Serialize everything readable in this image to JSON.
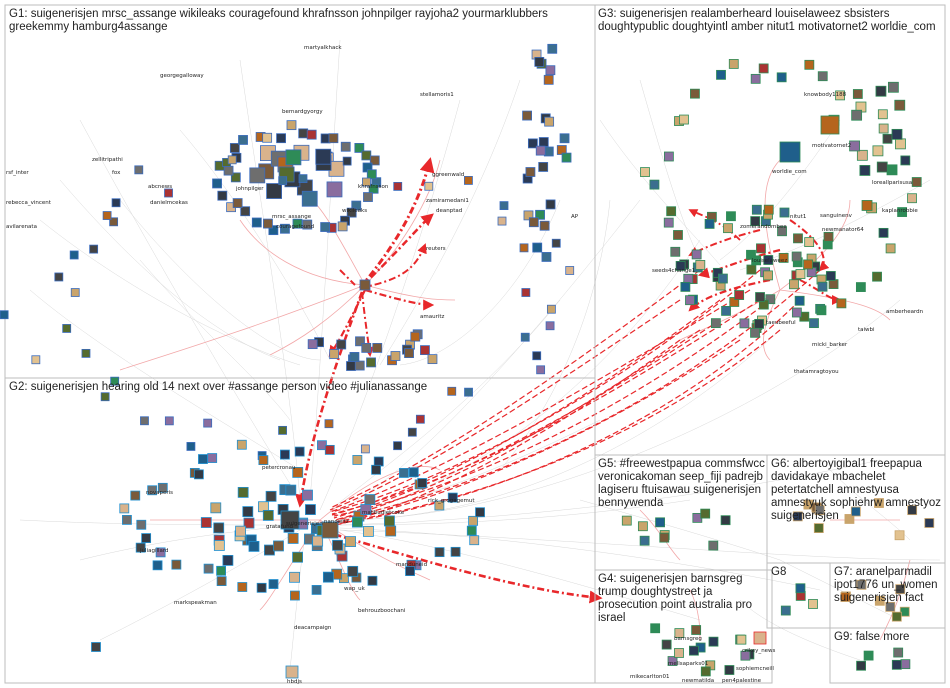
{
  "graph": {
    "groups": [
      {
        "id": "G1",
        "label": "G1: suigenerisjen mrsc_assange wikileaks couragefound khrafnsson johnpilger rayjoha2 yourmarklubbers greekemmy hamburg4assange"
      },
      {
        "id": "G2",
        "label": "G2: suigenerisjen hearing old 14 next over #assange person video #julianassange"
      },
      {
        "id": "G3",
        "label": "G3: suigenerisjen realamberheard louiselaweez sbsisters doughtypublic doughtyintl amber nitut1 motivatornet2 worldie_com"
      },
      {
        "id": "G4",
        "label": "G4: suigenerisjen barnsgreg trump doughtystreet ja prosecution point australia pro israel"
      },
      {
        "id": "G5",
        "label": "G5: #freewestpapua commsfwcc veronicakoman seep_fiji padrejb lagiseru ftuisawau suigenerisjen bennywenda"
      },
      {
        "id": "G6",
        "label": "G6: albertoyigibal1 freepapua davidakaye mbachelet petertatchell amnestyusa amnestyuk sophiehrw amnestyoz suigenerisjen"
      },
      {
        "id": "G7",
        "label": "G7: aranelparmadil ipot1776 un_women suigenerisjen fact"
      },
      {
        "id": "G8",
        "label": "G8"
      },
      {
        "id": "G9",
        "label": "G9: false more"
      }
    ],
    "node_labels": [
      {
        "text": "rsf_inter"
      },
      {
        "text": "rebecca_vincent"
      },
      {
        "text": "avilarenata"
      },
      {
        "text": "zellitripathi"
      },
      {
        "text": "abcnews"
      },
      {
        "text": "fox"
      },
      {
        "text": "danielmcekas"
      },
      {
        "text": "georgegalloway"
      },
      {
        "text": "martyalkhack"
      },
      {
        "text": "stellamoris1"
      },
      {
        "text": "bernardgyorgy"
      },
      {
        "text": "johnpilger"
      },
      {
        "text": "khrafnsson"
      },
      {
        "text": "mrsc_assange"
      },
      {
        "text": "couragefound"
      },
      {
        "text": "wikileaks"
      },
      {
        "text": "ggreenwald"
      },
      {
        "text": "zamiramedani1"
      },
      {
        "text": "deanptad"
      },
      {
        "text": "reuters"
      },
      {
        "text": "amauritz"
      },
      {
        "text": "AP"
      },
      {
        "text": "knowbody1188"
      },
      {
        "text": "worldie_com"
      },
      {
        "text": "motivatornet2"
      },
      {
        "text": "loreallparisusa"
      },
      {
        "text": "kaplanrobbie"
      },
      {
        "text": "sanguinenv"
      },
      {
        "text": "newmanator64"
      },
      {
        "text": "nitut1"
      },
      {
        "text": "zomerandombee"
      },
      {
        "text": "louiselaweez"
      },
      {
        "text": "seeds4change1"
      },
      {
        "text": "amberheardn"
      },
      {
        "text": "taeubeeful"
      },
      {
        "text": "micki_barker"
      },
      {
        "text": "taiwbi"
      },
      {
        "text": "thatamragtoyou"
      },
      {
        "text": "petercronau"
      },
      {
        "text": "novaperis"
      },
      {
        "text": "gratafund"
      },
      {
        "text": "suigenerisjen"
      },
      {
        "text": "nanowitz"
      },
      {
        "text": "malibudietcoke"
      },
      {
        "text": "rick_grogagemut"
      },
      {
        "text": "manduneid"
      },
      {
        "text": "juliagillard"
      },
      {
        "text": "markspeakman"
      },
      {
        "text": "wap_uk"
      },
      {
        "text": "behrouzboochani"
      },
      {
        "text": "deacampaign"
      },
      {
        "text": "hbdjs"
      },
      {
        "text": "barnsgreg"
      },
      {
        "text": "crikey_news"
      },
      {
        "text": "mellsaparks01"
      },
      {
        "text": "sophiemcneill"
      },
      {
        "text": "mikecarlton01"
      },
      {
        "text": "newmatilda"
      },
      {
        "text": "pen4palestine"
      }
    ]
  }
}
